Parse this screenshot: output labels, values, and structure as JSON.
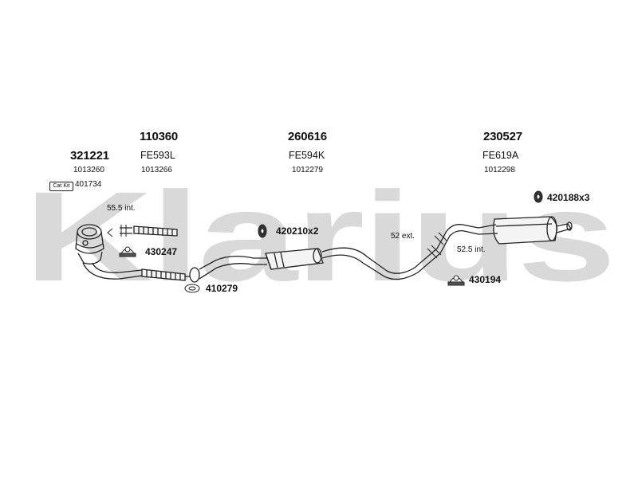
{
  "watermark": {
    "text": "Klarius",
    "color": "#d9d9d9"
  },
  "colors": {
    "line": "#222222",
    "pipe_fill": "#f4f4f4",
    "text": "#111111"
  },
  "parts": {
    "p1": {
      "code": "321221",
      "ref": "1013260"
    },
    "p2": {
      "code": "110360",
      "model": "FE593L",
      "ref": "1013266"
    },
    "p3": {
      "code": "260616",
      "model": "FE594K",
      "ref": "1012279"
    },
    "p4": {
      "code": "230527",
      "model": "FE619A",
      "ref": "1012298"
    }
  },
  "cat_kit": {
    "badge": "Cat Kit",
    "code": "401734"
  },
  "accessories": {
    "a1": "420188x3",
    "a2": "420210x2",
    "a3": "430247",
    "a4": "410279",
    "a5": "430194"
  },
  "notes": {
    "n1": "55.5 int.",
    "n2": "52 ext.",
    "n3": "52.5 int."
  }
}
